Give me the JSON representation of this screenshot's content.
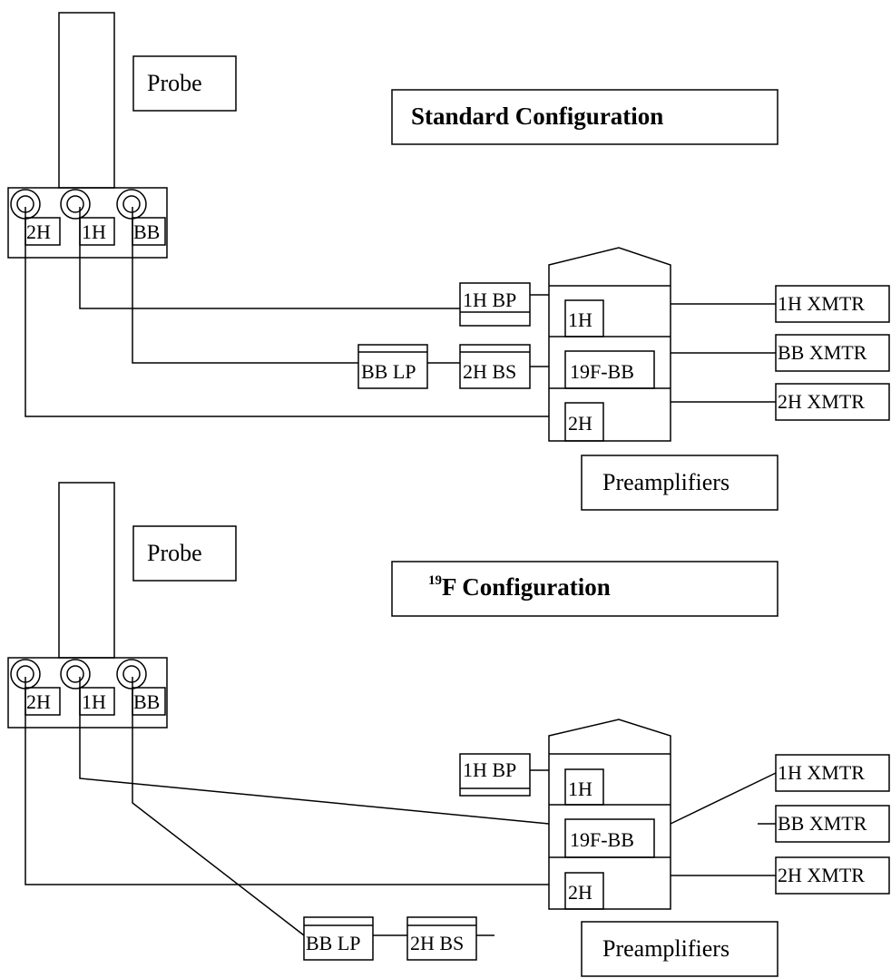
{
  "standard": {
    "title": "Standard Configuration",
    "probe": "Probe",
    "preamplifiers": "Preamplifiers",
    "ports": [
      "2H",
      "1H",
      "BB"
    ],
    "filters": {
      "bp": "1H BP",
      "lp": "BB LP",
      "bs": "2H BS"
    },
    "preamp_channels": [
      "1H",
      "19F-BB",
      "2H"
    ],
    "transmitters": [
      "1H XMTR",
      "BB XMTR",
      "2H XMTR"
    ]
  },
  "fluorine": {
    "title_sup": "19",
    "title": "F Configuration",
    "probe": "Probe",
    "preamplifiers": "Preamplifiers",
    "ports": [
      "2H",
      "1H",
      "BB"
    ],
    "filters": {
      "bp": "1H BP",
      "lp": "BB LP",
      "bs": "2H BS"
    },
    "preamp_channels": [
      "1H",
      "19F-BB",
      "2H"
    ],
    "transmitters": [
      "1H XMTR",
      "BB XMTR",
      "2H XMTR"
    ]
  }
}
